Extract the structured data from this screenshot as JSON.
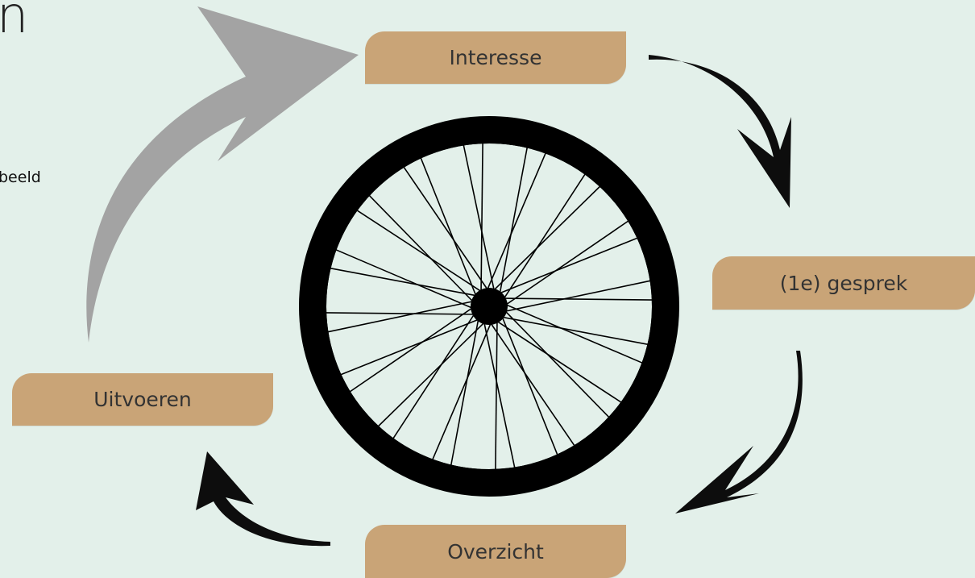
{
  "header": {
    "title_fragment": "n",
    "text_fragment": "beeld"
  },
  "cycle": {
    "steps": [
      {
        "label": "Interesse"
      },
      {
        "label": "(1e) gesprek"
      },
      {
        "label": "Overzicht"
      },
      {
        "label": "Uitvoeren"
      }
    ]
  },
  "colors": {
    "background": "#e3f0ea",
    "box_fill": "#c9a477",
    "arrow_dark": "#0d0d0d",
    "arrow_return": "#a3a3a3",
    "wheel": "#000000"
  },
  "icons": {
    "center": "bicycle-wheel-icon"
  }
}
